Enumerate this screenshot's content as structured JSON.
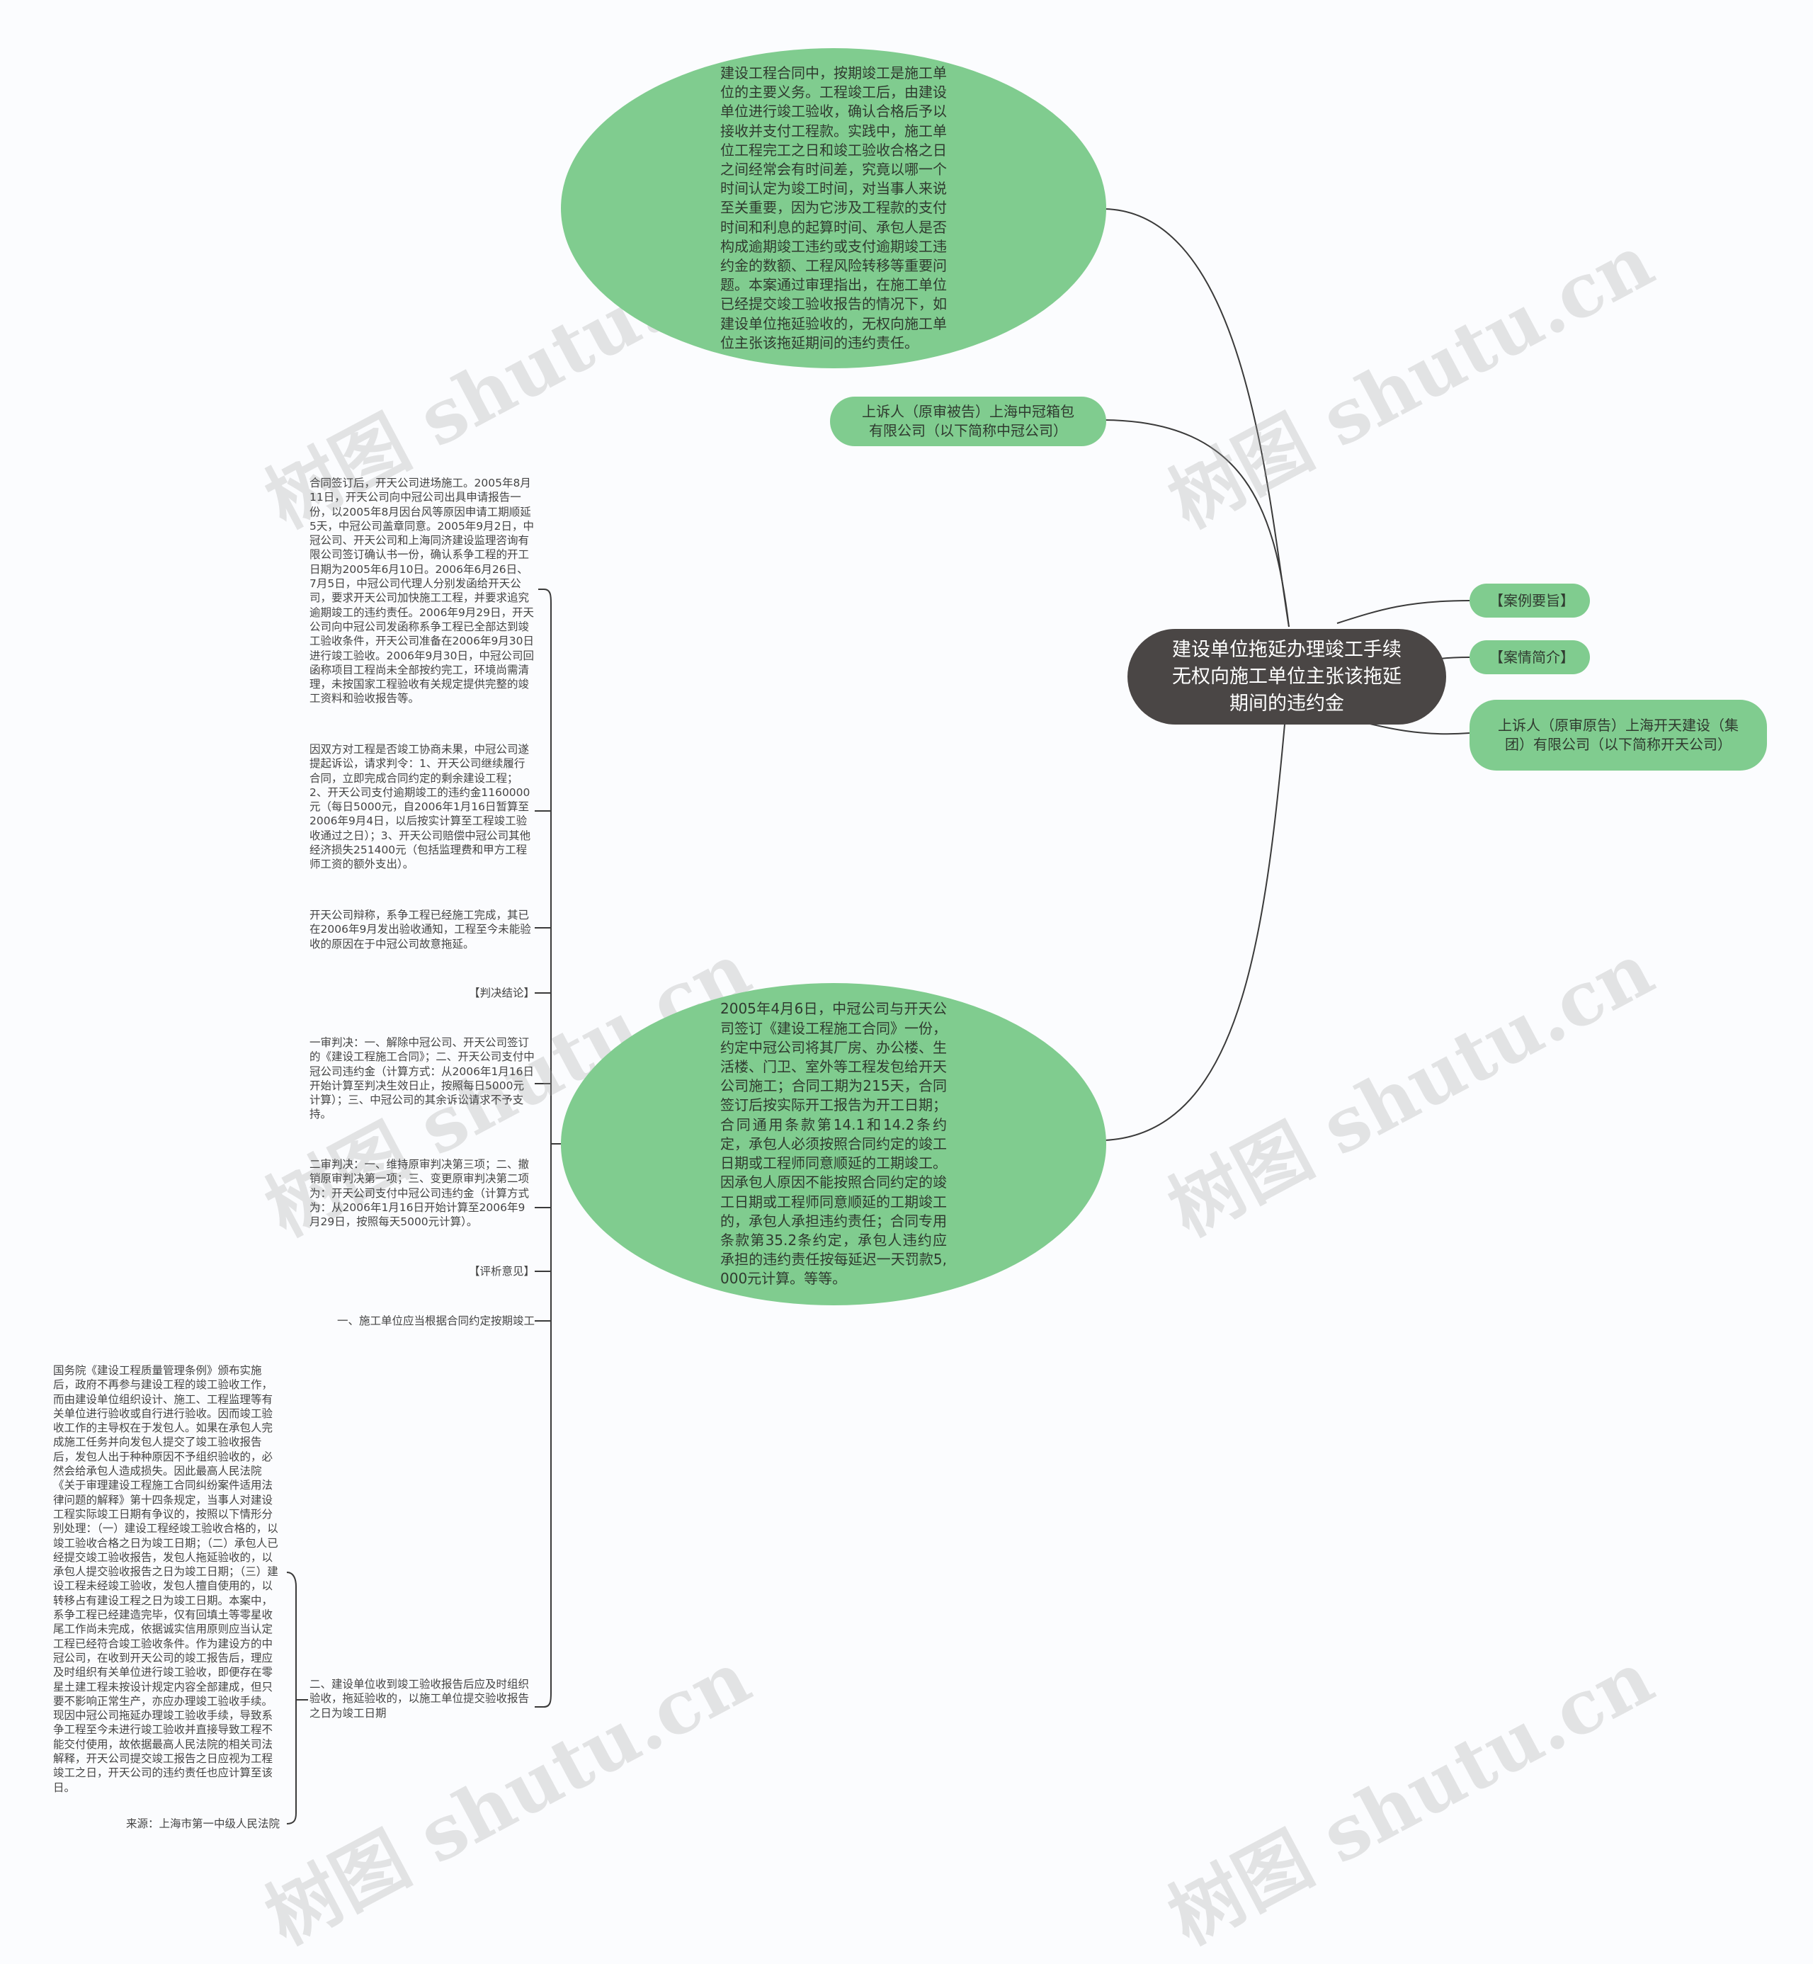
{
  "root": {
    "title": "建设单位拖延办理竣工手续无权向施工单位主张该拖延期间的违约金"
  },
  "right": {
    "summary": "【案例要旨】",
    "intro": "【案情简介】",
    "appellant": "上诉人（原审原告）上海开天建设（集团）有限公司（以下简称开天公司）"
  },
  "left": {
    "principle": "建设工程合同中，按期竣工是施工单位的主要义务。工程竣工后，由建设单位进行竣工验收，确认合格后予以接收并支付工程款。实践中，施工单位工程完工之日和竣工验收合格之日之间经常会有时间差，究竟以哪一个时间认定为竣工时间，对当事人来说至关重要，因为它涉及工程款的支付时间和利息的起算时间、承包人是否构成逾期竣工违约或支付逾期竣工违约金的数额、工程风险转移等重要问题。本案通过审理指出，在施工单位已经提交竣工验收报告的情况下，如建设单位拖延验收的，无权向施工单位主张该拖延期间的违约责任。",
    "appellee": "上诉人（原审被告）上海中冠箱包有限公司（以下简称中冠公司）",
    "facts": "2005年4月6日，中冠公司与开天公司签订《建设工程施工合同》一份，约定中冠公司将其厂房、办公楼、生活楼、门卫、室外等工程发包给开天公司施工；合同工期为215天，合同签订后按实际开工报告为开工日期；合同通用条款第14.1和14.2条约定，承包人必须按照合同约定的竣工日期或工程师同意顺延的工期竣工。因承包人原因不能按照合同约定的竣工日期或工程师同意顺延的工期竣工的，承包人承担违约责任；合同专用条款第35.2条约定，承包人违约应承担的违约责任按每延迟一天罚款5,000元计算。等等。"
  },
  "details": [
    "合同签订后，开天公司进场施工。2005年8月11日，开天公司向中冠公司出具申请报告一份，以2005年8月因台风等原因申请工期顺延5天，中冠公司盖章同意。2005年9月2日，中冠公司、开天公司和上海同济建设监理咨询有限公司签订确认书一份，确认系争工程的开工日期为2005年6月10日。2006年6月26日、7月5日，中冠公司代理人分别发函给开天公司，要求开天公司加快施工工程，并要求追究逾期竣工的违约责任。2006年9月29日，开天公司向中冠公司发函称系争工程已全部达到竣工验收条件，开天公司准备在2006年9月30日进行竣工验收。2006年9月30日，中冠公司回函称项目工程尚未全部按约完工，环境尚需清理，未按国家工程验收有关规定提供完整的竣工资料和验收报告等。",
    "因双方对工程是否竣工协商未果，中冠公司遂提起诉讼，请求判令：1、开天公司继续履行合同，立即完成合同约定的剩余建设工程；2、开天公司支付逾期竣工的违约金1160000元（每日5000元，自2006年1月16日暂算至2006年9月4日，以后按实计算至工程竣工验收通过之日）；3、开天公司赔偿中冠公司其他经济损失251400元（包括监理费和甲方工程师工资的额外支出）。",
    "开天公司辩称，系争工程已经施工完成，其已在2006年9月发出验收通知，工程至今未能验收的原因在于中冠公司故意拖延。",
    "【判决结论】",
    "一审判决：一、解除中冠公司、开天公司签订的《建设工程施工合同》；二、开天公司支付中冠公司违约金（计算方式：从2006年1月16日开始计算至判决生效日止，按照每日5000元计算）；三、中冠公司的其余诉讼请求不予支持。",
    "二审判决：一、维持原审判决第三项；二、撤销原审判决第一项；三、变更原审判决第二项为：开天公司支付中冠公司违约金（计算方式为：从2006年1月16日开始计算至2006年9月29日，按照每天5000元计算）。",
    "【评析意见】",
    "一、施工单位应当根据合同约定按期竣工",
    "二、建设单位收到竣工验收报告后应及时组织验收，拖延验收的，以施工单位提交验收报告之日为竣工日期"
  ],
  "sub": {
    "analysis": "国务院《建设工程质量管理条例》颁布实施后，政府不再参与建设工程的竣工验收工作，而由建设单位组织设计、施工、工程监理等有关单位进行验收或自行进行验收。因而竣工验收工作的主导权在于发包人。如果在承包人完成施工任务并向发包人提交了竣工验收报告后，发包人出于种种原因不予组织验收的，必然会给承包人造成损失。因此最高人民法院《关于审理建设工程施工合同纠纷案件适用法律问题的解释》第十四条规定，当事人对建设工程实际竣工日期有争议的，按照以下情形分别处理：（一）建设工程经竣工验收合格的，以竣工验收合格之日为竣工日期；（二）承包人已经提交竣工验收报告，发包人拖延验收的，以承包人提交验收报告之日为竣工日期；（三）建设工程未经竣工验收，发包人擅自使用的，以转移占有建设工程之日为竣工日期。本案中，系争工程已经建造完毕，仅有回填土等零星收尾工作尚未完成，依据诚实信用原则应当认定工程已经符合竣工验收条件。作为建设方的中冠公司，在收到开天公司的竣工报告后，理应及时组织有关单位进行竣工验收，即便存在零星土建工程未按设计规定内容全部建成，但只要不影响正常生产，亦应办理竣工验收手续。现因中冠公司拖延办理竣工验收手续，导致系争工程至今未进行竣工验收并直接导致工程不能交付使用，故依据最高人民法院的相关司法解释，开天公司提交竣工报告之日应视为工程竣工之日，开天公司的违约责任也应计算至该日。",
    "source": "来源：上海市第一中级人民法院"
  },
  "watermark": {
    "text": "树图 shutu.cn"
  },
  "colors": {
    "root": "#4a4645",
    "node": "#80cc8f",
    "line": "#333333"
  }
}
